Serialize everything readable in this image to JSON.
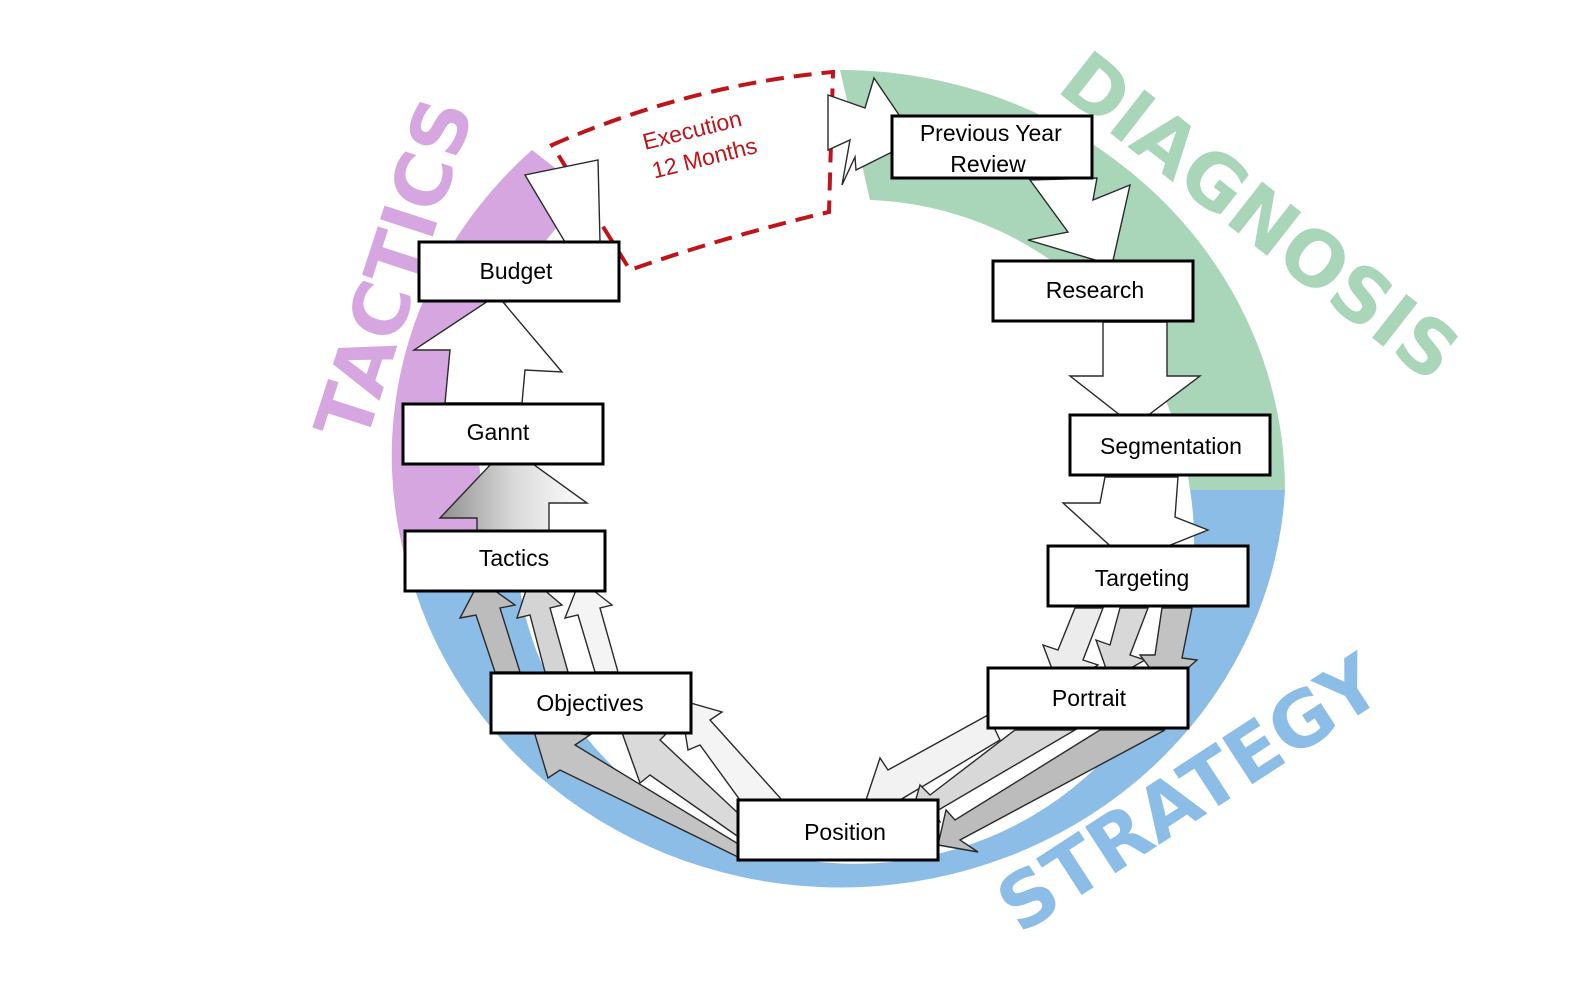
{
  "phases": {
    "diagnosis": {
      "label": "DIAGNOSIS",
      "color": "#a9d5b8"
    },
    "strategy": {
      "label": "STRATEGY",
      "color": "#8bbde7"
    },
    "tactics": {
      "label": "TACTICS",
      "color": "#d5a6e0"
    }
  },
  "execution": {
    "line1": "Execution",
    "line2": "12 Months",
    "color": "#c0141b"
  },
  "steps": {
    "previous_year_review": {
      "line1": "Previous Year",
      "line2": "Review"
    },
    "research": "Research",
    "segmentation": "Segmentation",
    "targeting": "Targeting",
    "portrait": "Portrait",
    "position": "Position",
    "objectives": "Objectives",
    "tactics": "Tactics",
    "gannt": "Gannt",
    "budget": "Budget"
  }
}
